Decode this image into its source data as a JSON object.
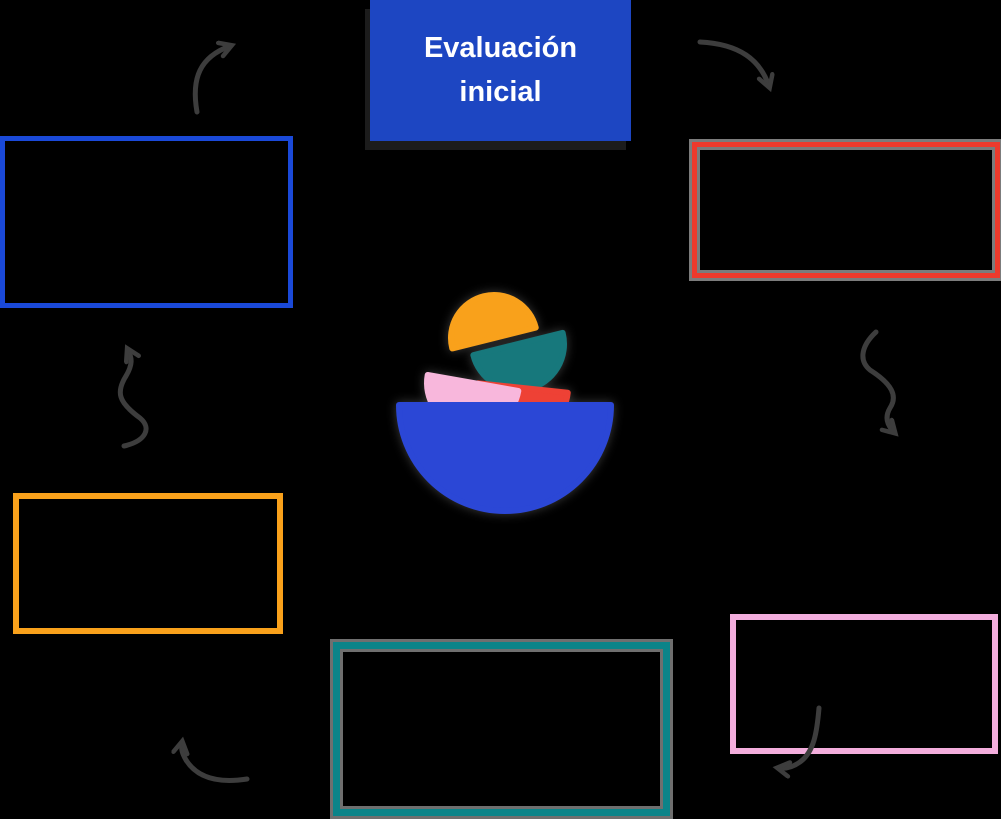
{
  "diagram": {
    "type": "cycle",
    "background_color": "#000000",
    "flow_direction": "clockwise",
    "arrow_count": 6,
    "arrow_color": "#3d3d3d",
    "ghost_outline_color": "#9d9d9d",
    "title_node": {
      "label": "Evaluación inicial",
      "fill": "#1d46c2",
      "text_color": "#ffffff"
    },
    "nodes": [
      {
        "id": "step-top-left",
        "label": "",
        "border": "#1a49d8"
      },
      {
        "id": "step-top-right",
        "label": "",
        "border": "#ee3a2c"
      },
      {
        "id": "step-mid-left",
        "label": "",
        "border": "#f9a11b"
      },
      {
        "id": "step-mid-right",
        "label": "",
        "border": "#f3aedd"
      },
      {
        "id": "step-bottom",
        "label": "",
        "border": "#0b8489"
      }
    ],
    "logo": {
      "name": "stacked-bowls",
      "colors": {
        "orange": "#f9a11b",
        "teal": "#17787c",
        "red": "#ee4135",
        "pink": "#f8b7dc",
        "blue": "#2b47d6"
      }
    }
  }
}
